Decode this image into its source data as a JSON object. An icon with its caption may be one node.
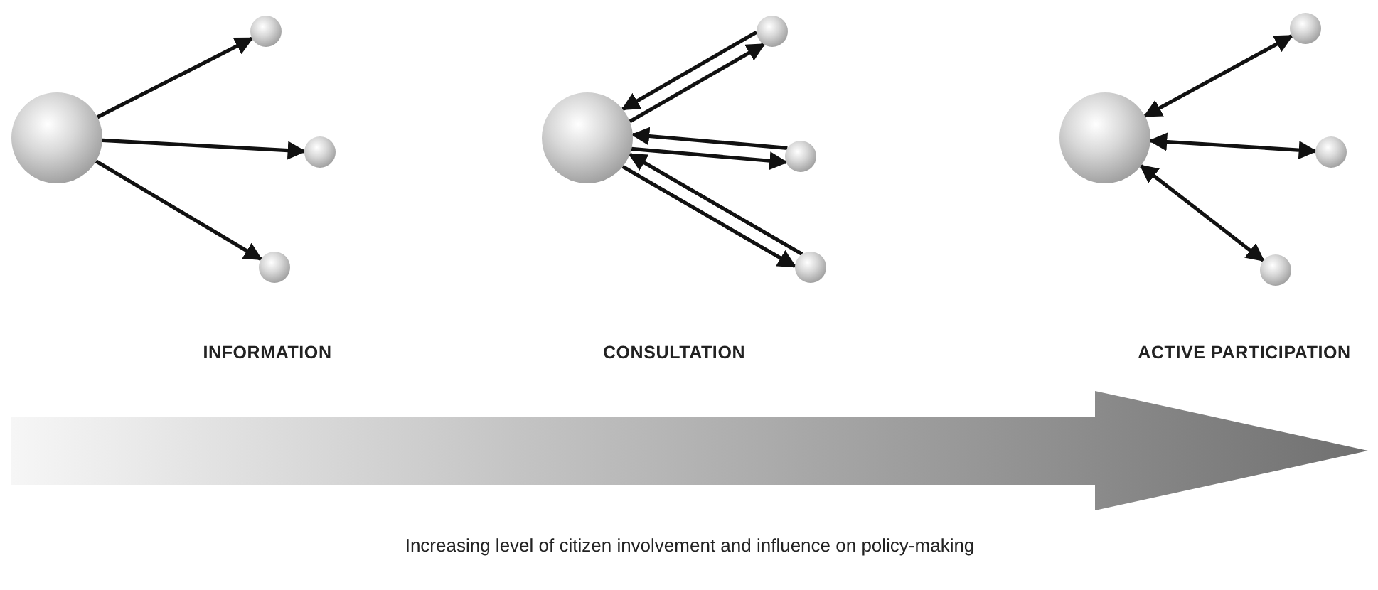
{
  "diagram": {
    "nodes": [
      {
        "text": [],
        "shape": "circle"
      },
      {
        "text": [],
        "shape": "circle"
      },
      {
        "text": [],
        "shape": "circle"
      },
      {
        "text": [],
        "shape": "circle"
      },
      {
        "text": [],
        "shape": "circle"
      },
      {
        "text": [],
        "shape": "circle"
      },
      {
        "text": [],
        "shape": "circle"
      },
      {
        "text": [],
        "shape": "circle"
      },
      {
        "text": [],
        "shape": "circle"
      },
      {
        "text": [],
        "shape": "circle"
      },
      {
        "text": [],
        "shape": "circle"
      },
      {
        "text": [],
        "shape": "circle"
      }
    ],
    "edges": [
      {
        "from": 0,
        "to": 1,
        "arrow": "to"
      },
      {
        "from": 0,
        "to": 2,
        "arrow": "to"
      },
      {
        "from": 0,
        "to": 3,
        "arrow": "to"
      },
      {
        "from": 5,
        "to": 4,
        "arrow": "to"
      },
      {
        "from": 4,
        "to": 5,
        "arrow": "to"
      },
      {
        "from": 4,
        "to": 6,
        "arrow": "to"
      },
      {
        "from": 6,
        "to": 4,
        "arrow": "to"
      },
      {
        "from": 7,
        "to": 4,
        "arrow": "to"
      },
      {
        "from": 4,
        "to": 7,
        "arrow": "to"
      },
      {
        "from": 8,
        "to": 9,
        "arrow": "both"
      },
      {
        "from": 8,
        "to": 10,
        "arrow": "both"
      },
      {
        "from": 8,
        "to": 11,
        "arrow": "both"
      }
    ],
    "labels": [
      "INFORMATION",
      "CONSULTATION",
      "ACTIVE PARTICIPATION",
      "Increasing level of citizen involvement and influence on policy-making"
    ]
  }
}
